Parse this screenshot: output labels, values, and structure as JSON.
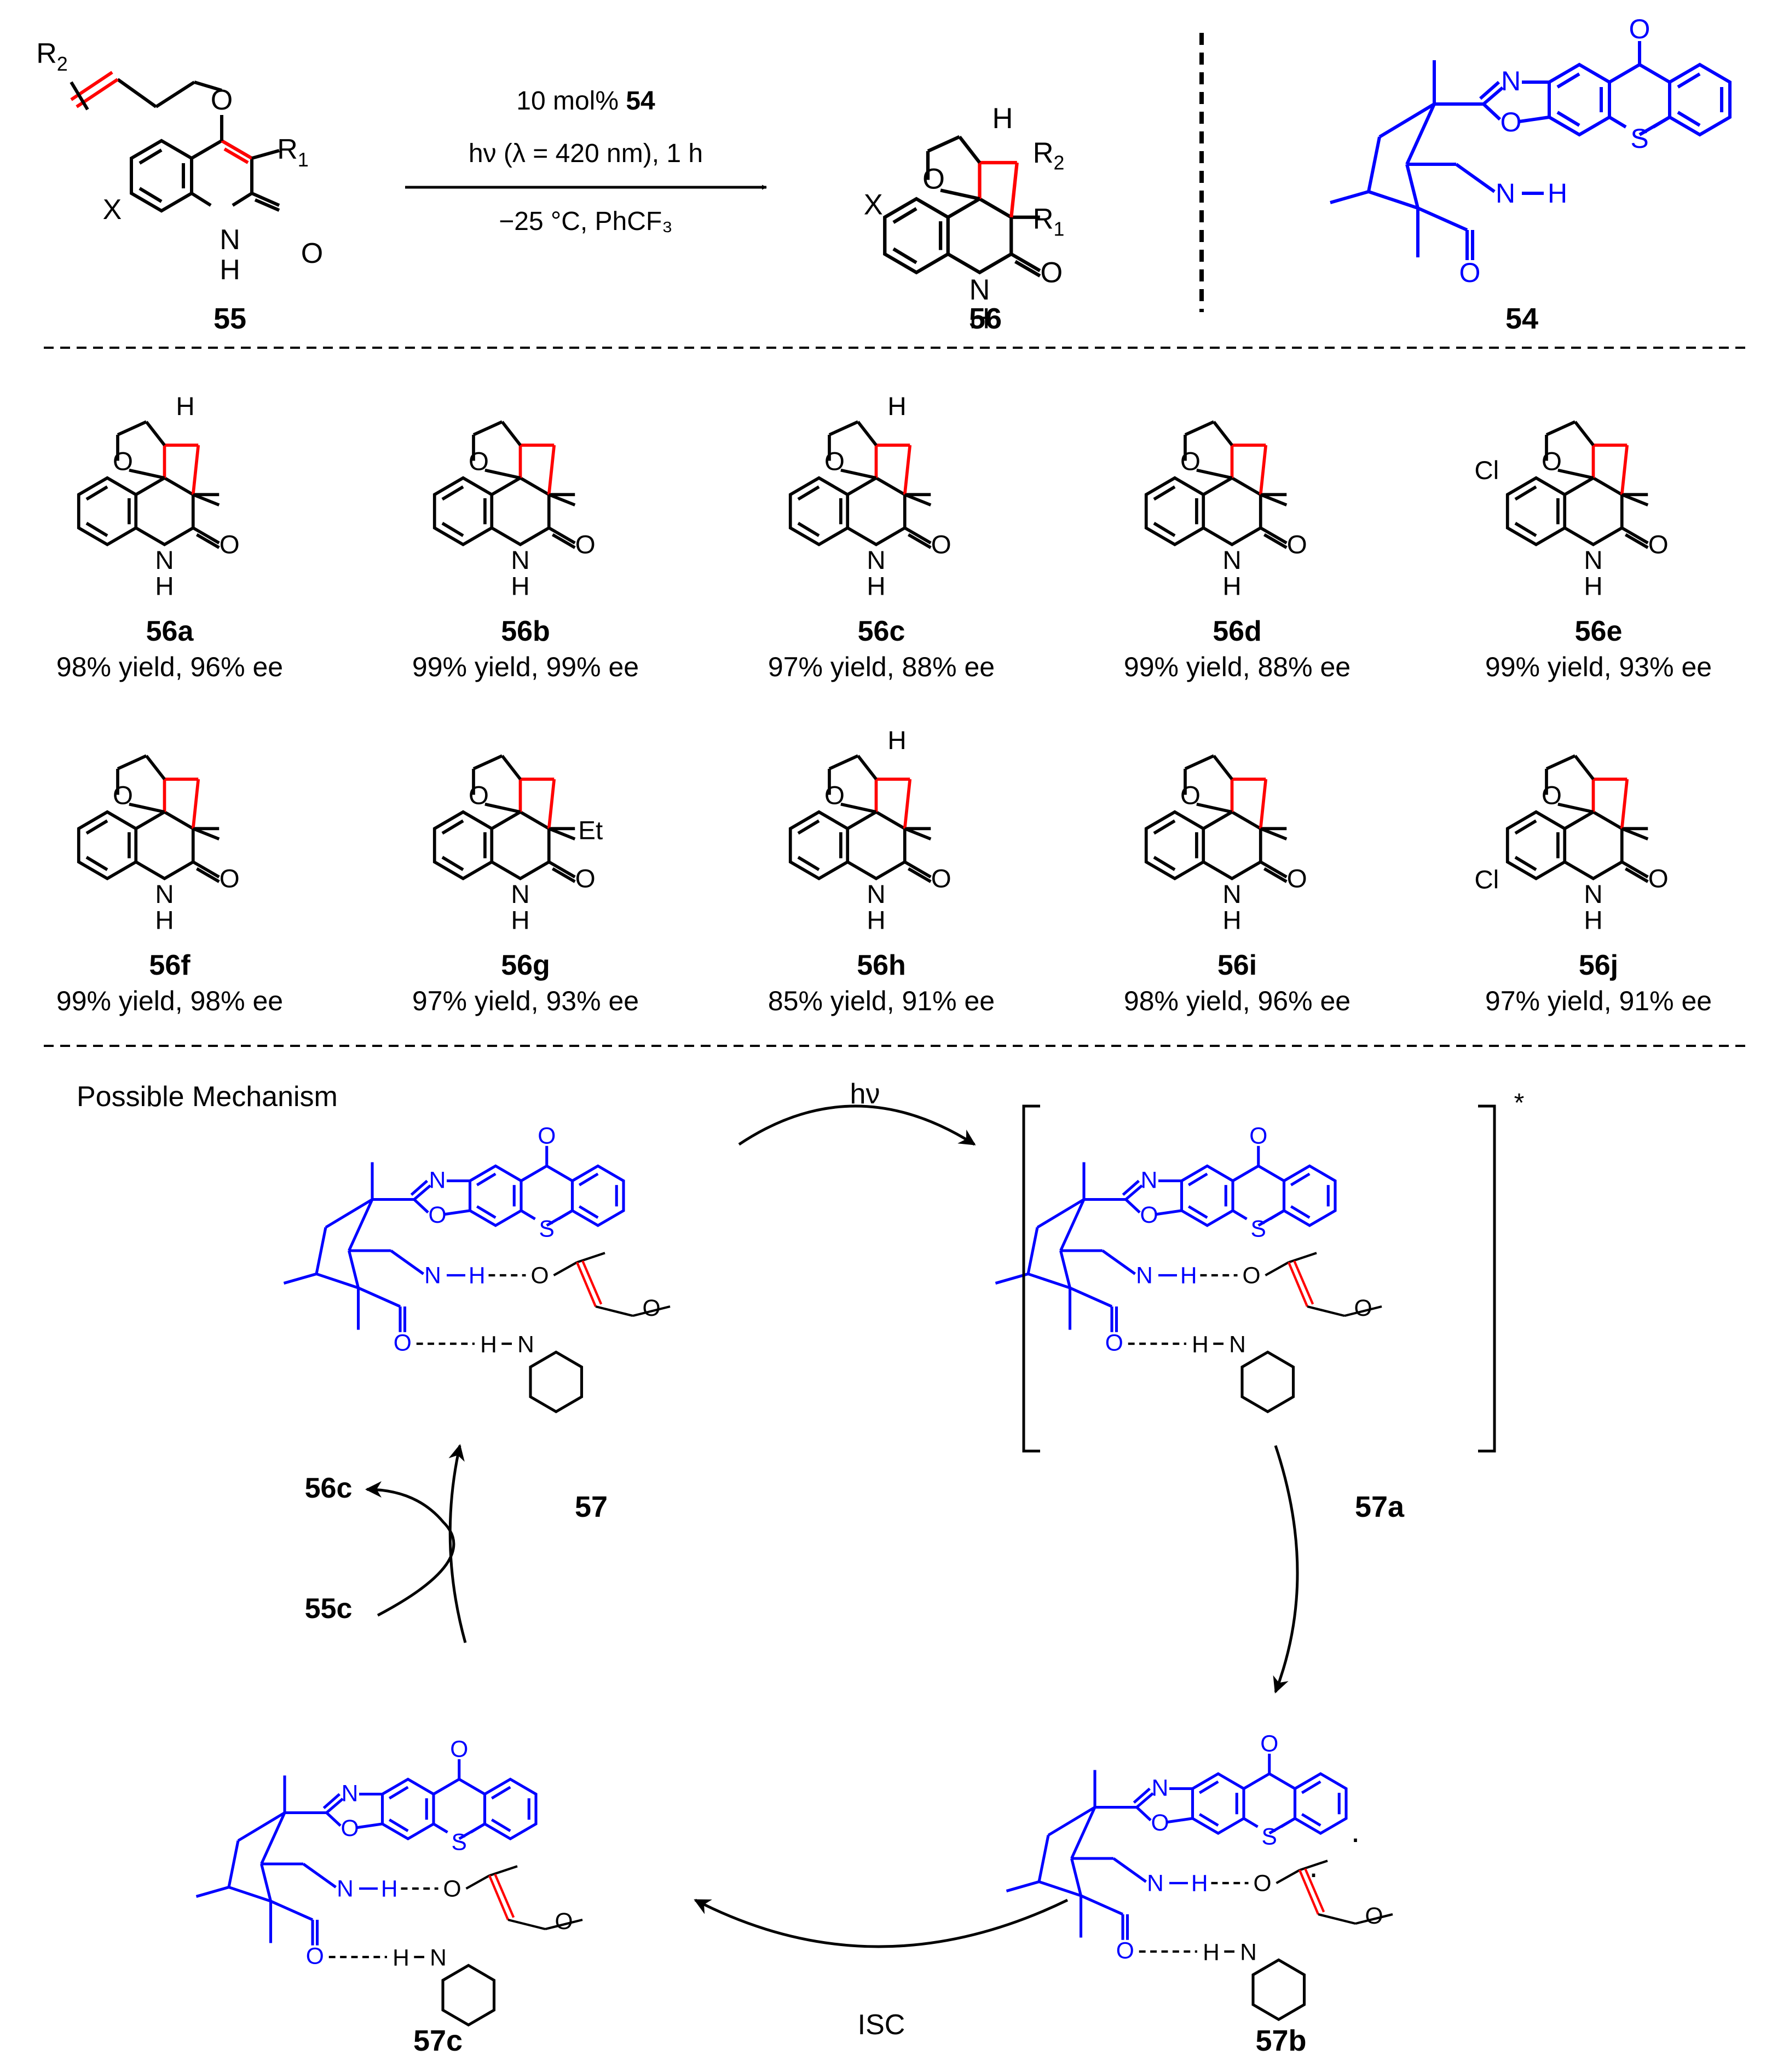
{
  "colors": {
    "black": "#000000",
    "blue": "#0000ff",
    "red": "#ff0000"
  },
  "reaction": {
    "conditions": [
      "10 mol% ",
      "54",
      "hν (λ = 420 nm), 1 h",
      "−25 °C, PhCF₃"
    ],
    "substrate_label": "55",
    "product_label": "56",
    "catalyst_label": "54"
  },
  "atoms": {
    "O": "O",
    "N": "N",
    "H": "H",
    "S": "S",
    "X": "X",
    "R1": "R",
    "R2": "R",
    "sub1": "1",
    "sub2": "2",
    "Cl": "Cl",
    "Et": "Et",
    "NH": "N",
    "dot": "·"
  },
  "products": [
    {
      "label": "56a",
      "result": "98% yield, 96% ee"
    },
    {
      "label": "56b",
      "result": "99% yield, 99% ee"
    },
    {
      "label": "56c",
      "result": "97% yield, 88% ee"
    },
    {
      "label": "56d",
      "result": "99% yield, 88% ee"
    },
    {
      "label": "56e",
      "result": "99% yield, 93% ee"
    },
    {
      "label": "56f",
      "result": "99% yield, 98% ee"
    },
    {
      "label": "56g",
      "result": "97% yield, 93% ee"
    },
    {
      "label": "56h",
      "result": "85% yield, 91% ee"
    },
    {
      "label": "56i",
      "result": "98% yield, 96% ee"
    },
    {
      "label": "56j",
      "result": "97% yield, 91% ee"
    }
  ],
  "mechanism": {
    "title": "Possible Mechanism",
    "hv": "hν",
    "excited_mark": "*",
    "isc": "ISC",
    "label_57": "57",
    "label_57a": "57a",
    "label_57b": "57b",
    "label_57c": "57c",
    "product_out": "56c",
    "substrate_in": "55c"
  }
}
